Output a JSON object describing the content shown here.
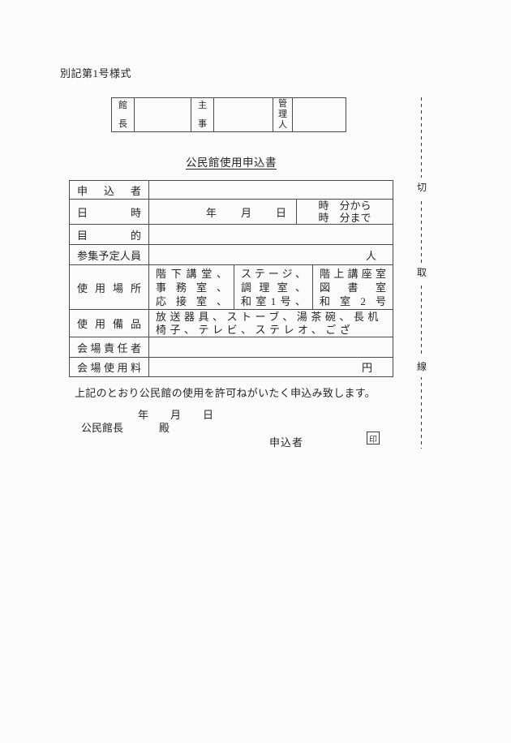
{
  "page": {
    "form_code": "別記第1号様式",
    "title": "公民館使用申込書"
  },
  "approval": {
    "cols": [
      {
        "name": "director",
        "chars": [
          "館",
          "長"
        ]
      },
      {
        "name": "supervisor",
        "chars": [
          "主",
          "事"
        ]
      },
      {
        "name": "custodian",
        "chars": [
          "管",
          "理",
          "人"
        ]
      }
    ]
  },
  "form": {
    "rows": {
      "applicant": {
        "label": "申込者"
      },
      "datetime": {
        "label": "日時",
        "date_parts": [
          "年",
          "月",
          "日"
        ],
        "time_line1": "時　分から",
        "time_line2": "時　分まで"
      },
      "purpose": {
        "label": "目的"
      },
      "attendees": {
        "label": "参集予定人員",
        "unit": "人"
      },
      "place": {
        "label": "使用場所",
        "cols": [
          {
            "lines": [
              "階下講堂、",
              "事務室、",
              "応接室、"
            ]
          },
          {
            "lines": [
              "ステージ、",
              "調理室、",
              "和室1号、"
            ]
          },
          {
            "lines": [
              "階上講座室",
              "図書室",
              "和室2号"
            ]
          }
        ]
      },
      "equipment": {
        "label": "使用備品",
        "lines": [
          "放送器具、ストーブ、湯茶碗、長机",
          "椅子、テレビ、ステレオ、ござ"
        ]
      },
      "manager": {
        "label": "会場責任者"
      },
      "fee": {
        "label": "会場使用料",
        "unit": "円"
      }
    }
  },
  "footer": {
    "statement": "上記のとおり公民館の使用を許可ねがいたく申込み致します。",
    "date_parts": [
      "年",
      "月",
      "日"
    ],
    "addressee": "公民館長",
    "honorific": "殿",
    "applicant_label": "申込者",
    "seal": "印"
  },
  "cut_line": {
    "chars": [
      "切",
      "取",
      "線"
    ]
  },
  "colors": {
    "paper": "#fbfbfb",
    "ink": "#252525",
    "border": "#4a4a4a"
  }
}
